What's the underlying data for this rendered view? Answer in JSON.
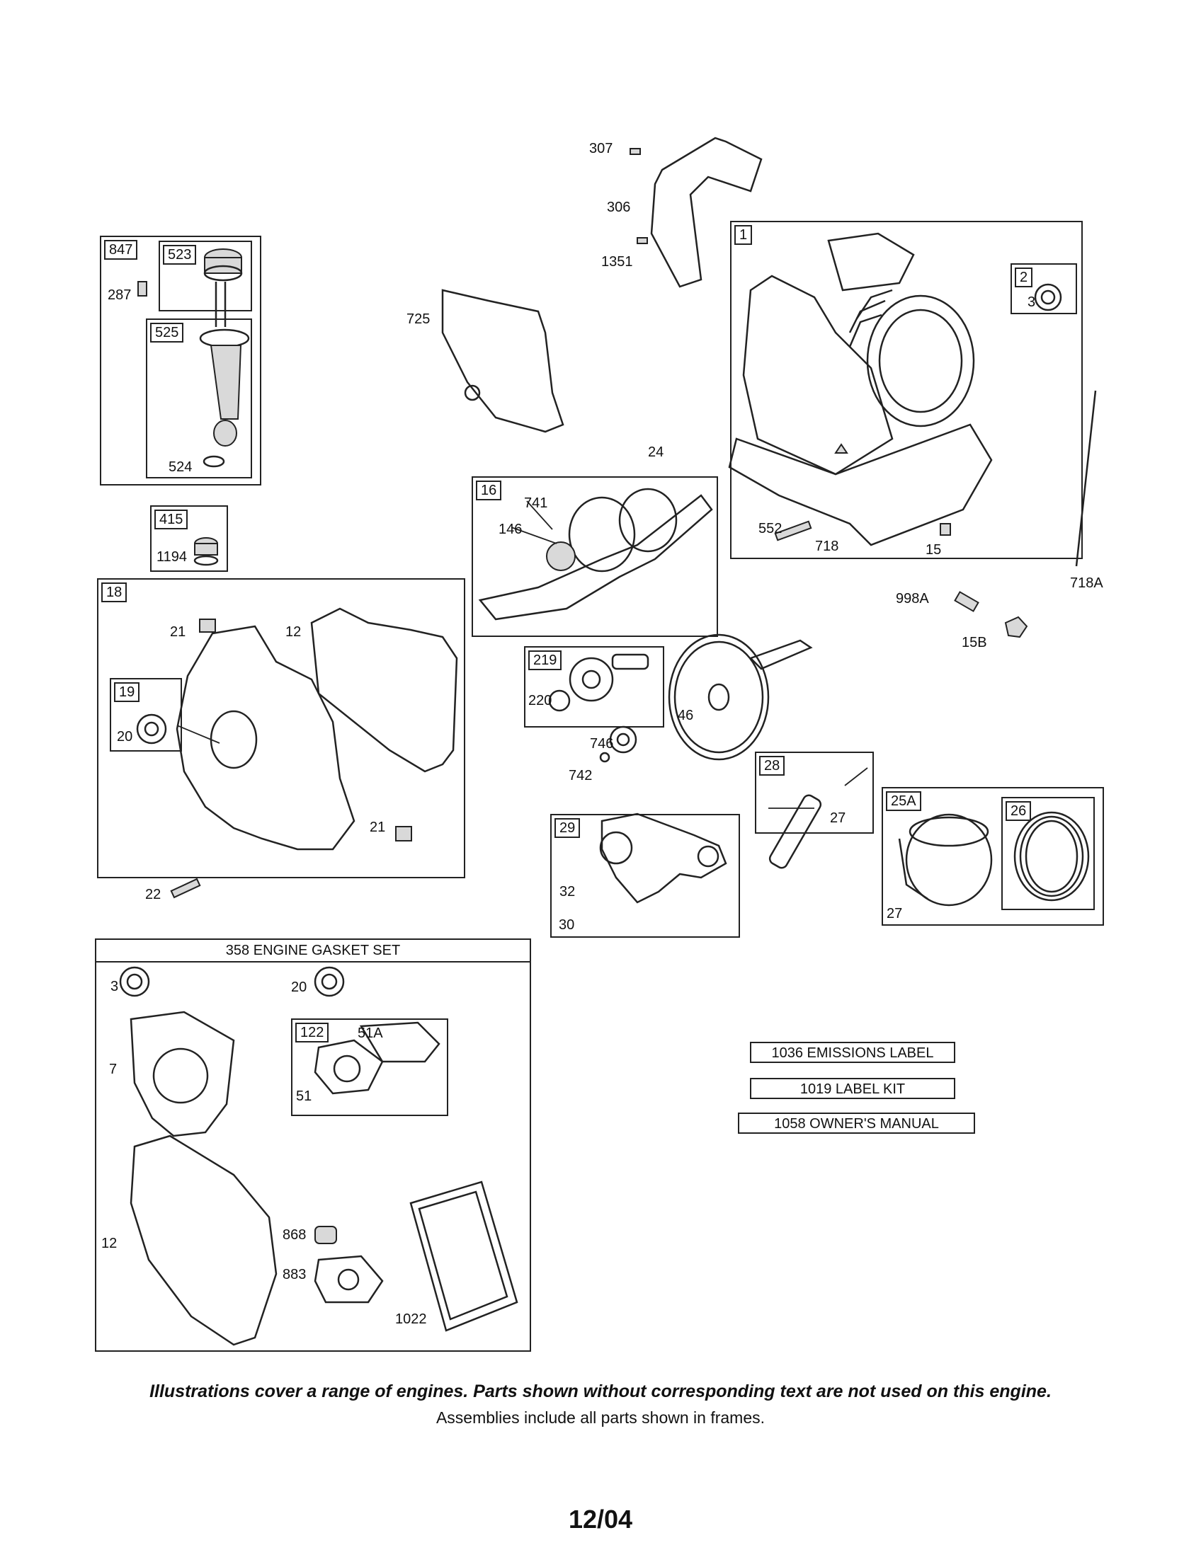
{
  "frames": {
    "f847": "847",
    "f523": "523",
    "f525": "525",
    "f415": "415",
    "f18": "18",
    "f19": "19",
    "f16": "16",
    "f1": "1",
    "f2": "2",
    "f219": "219",
    "f28": "28",
    "f29": "29",
    "f25A": "25A",
    "f26": "26",
    "f122": "122"
  },
  "callouts": {
    "c307": "307",
    "c306": "306",
    "c1351": "1351",
    "c725": "725",
    "c287": "287",
    "c524": "524",
    "c1194": "1194",
    "c21a": "21",
    "c12a": "12",
    "c20a": "20",
    "c21b": "21",
    "c22": "22",
    "c24": "24",
    "c741": "741",
    "c146": "146",
    "c3a": "3",
    "c552": "552",
    "c718": "718",
    "c15": "15",
    "c718A": "718A",
    "c998A": "998A",
    "c15B": "15B",
    "c220": "220",
    "c46": "46",
    "c746": "746",
    "c742": "742",
    "c27a": "27",
    "c27b": "27",
    "c32": "32",
    "c30": "30",
    "c3b": "3",
    "c20b": "20",
    "c7": "7",
    "c51A": "51A",
    "c51": "51",
    "c12b": "12",
    "c868": "868",
    "c883": "883",
    "c1022": "1022"
  },
  "gasket_set": {
    "title": "358 ENGINE GASKET SET"
  },
  "label_boxes": {
    "emissions": "1036 EMISSIONS LABEL",
    "label_kit": "1019 LABEL KIT",
    "owners_manual": "1058 OWNER'S MANUAL"
  },
  "footer": {
    "note": "Illustrations cover a range of engines. Parts shown without corresponding text are not used on this engine.",
    "sub": "Assemblies include all parts shown in frames.",
    "date": "12/04"
  }
}
